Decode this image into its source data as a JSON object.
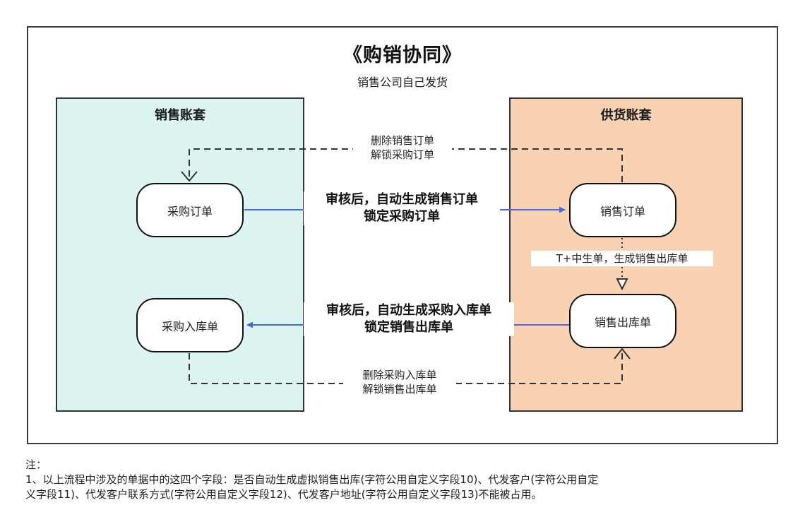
{
  "title": "《购销协同》",
  "subtitle": "销售公司自己发货",
  "panels": {
    "sales": {
      "title": "销售账套",
      "color": "#dcf4f2"
    },
    "supply": {
      "title": "供货账套",
      "color": "#f8d2b2"
    }
  },
  "nodes": {
    "purchase_order": "采购订单",
    "sales_order": "销售订单",
    "purchase_inbound": "采购入库单",
    "sales_delivery": "销售出库单"
  },
  "edges": {
    "top_dashed": {
      "line1": "删除销售订单",
      "line2": "解锁采购订单"
    },
    "po_to_so": {
      "line1": "审核后，自动生成销售订单",
      "line2": "锁定采购订单"
    },
    "so_to_sd": {
      "label": "T+中生单，生成销售出库单"
    },
    "sd_to_pi": {
      "line1": "审核后，自动生成采购入库单",
      "line2": "锁定销售出库单"
    },
    "bottom_dashed": {
      "line1": "删除采购入库单",
      "line2": "解锁销售出库单"
    }
  },
  "colors": {
    "arrow": "#4a69e0",
    "dashed": "#333333"
  },
  "note": {
    "heading": "注：",
    "line1": "1、以上流程中涉及的单据中的这四个字段：是否自动生成虚拟销售出库(字符公用自定义字段10)、代发客户(字符公用自定",
    "line2": "义字段11)、代发客户联系方式(字符公用自定义字段12)、代发客户地址(字符公用自定义字段13)不能被占用。"
  }
}
